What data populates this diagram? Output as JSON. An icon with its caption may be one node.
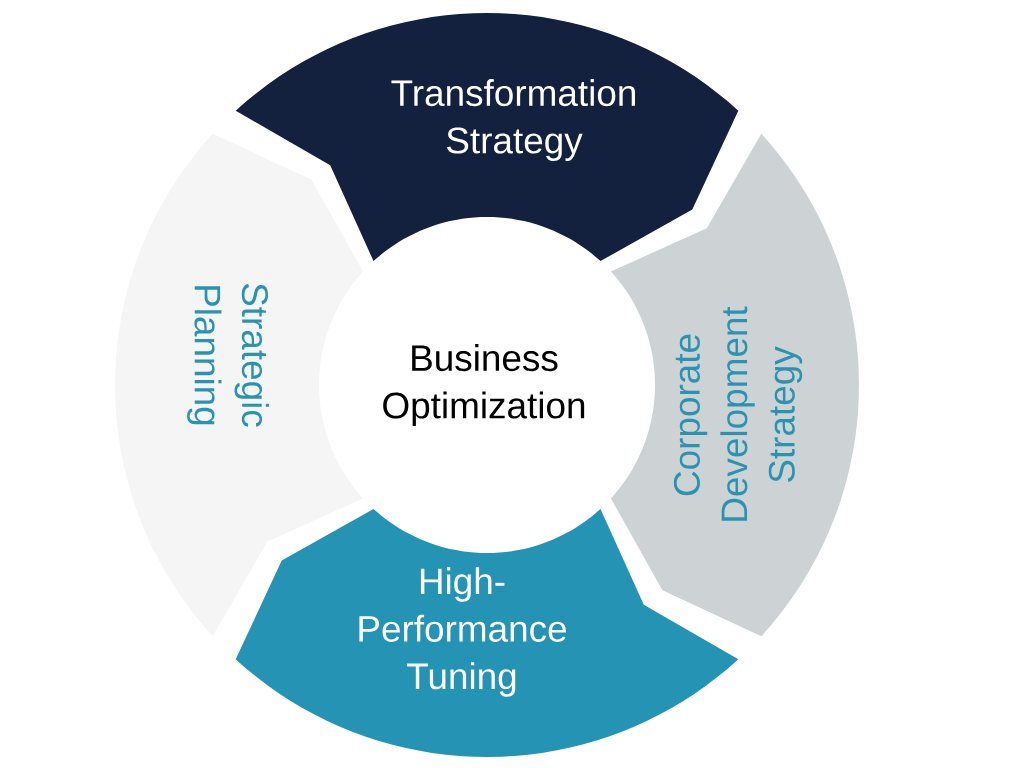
{
  "diagram": {
    "nodes": [
      {
        "text": [
          "Transformation Strategy"
        ]
      },
      {
        "text": [
          "Strategic Planning"
        ]
      },
      {
        "text": [
          "Business Optimization"
        ]
      },
      {
        "text": [
          "Corporate Development Strategy"
        ]
      },
      {
        "text": [
          "High-Performance Tuning"
        ]
      }
    ]
  }
}
